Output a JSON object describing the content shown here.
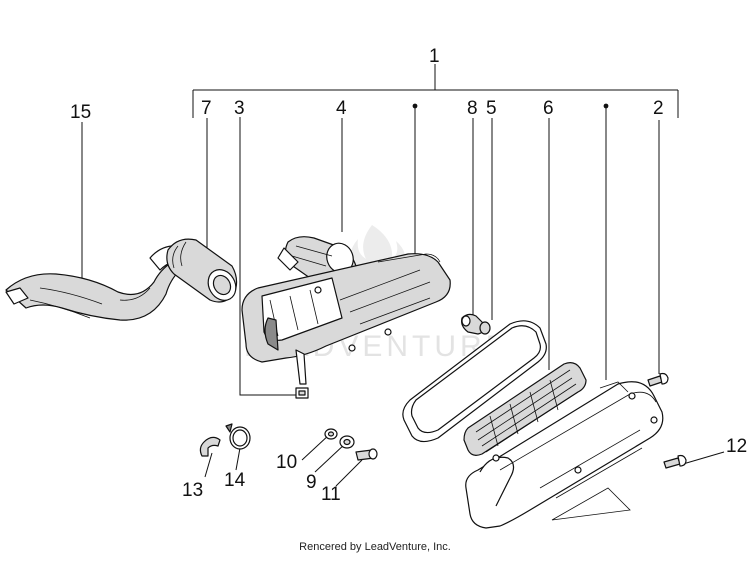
{
  "labels": {
    "l1": "1",
    "l2": "2",
    "l3": "3",
    "l4": "4",
    "l5": "5",
    "l6": "6",
    "l7": "7",
    "l8": "8",
    "l9": "9",
    "l10": "10",
    "l11": "11",
    "l12": "12",
    "l13": "13",
    "l14": "14",
    "l15": "15"
  },
  "watermark": "LEADVENTURE",
  "footer": "Rencered by LeadVenture, Inc."
}
